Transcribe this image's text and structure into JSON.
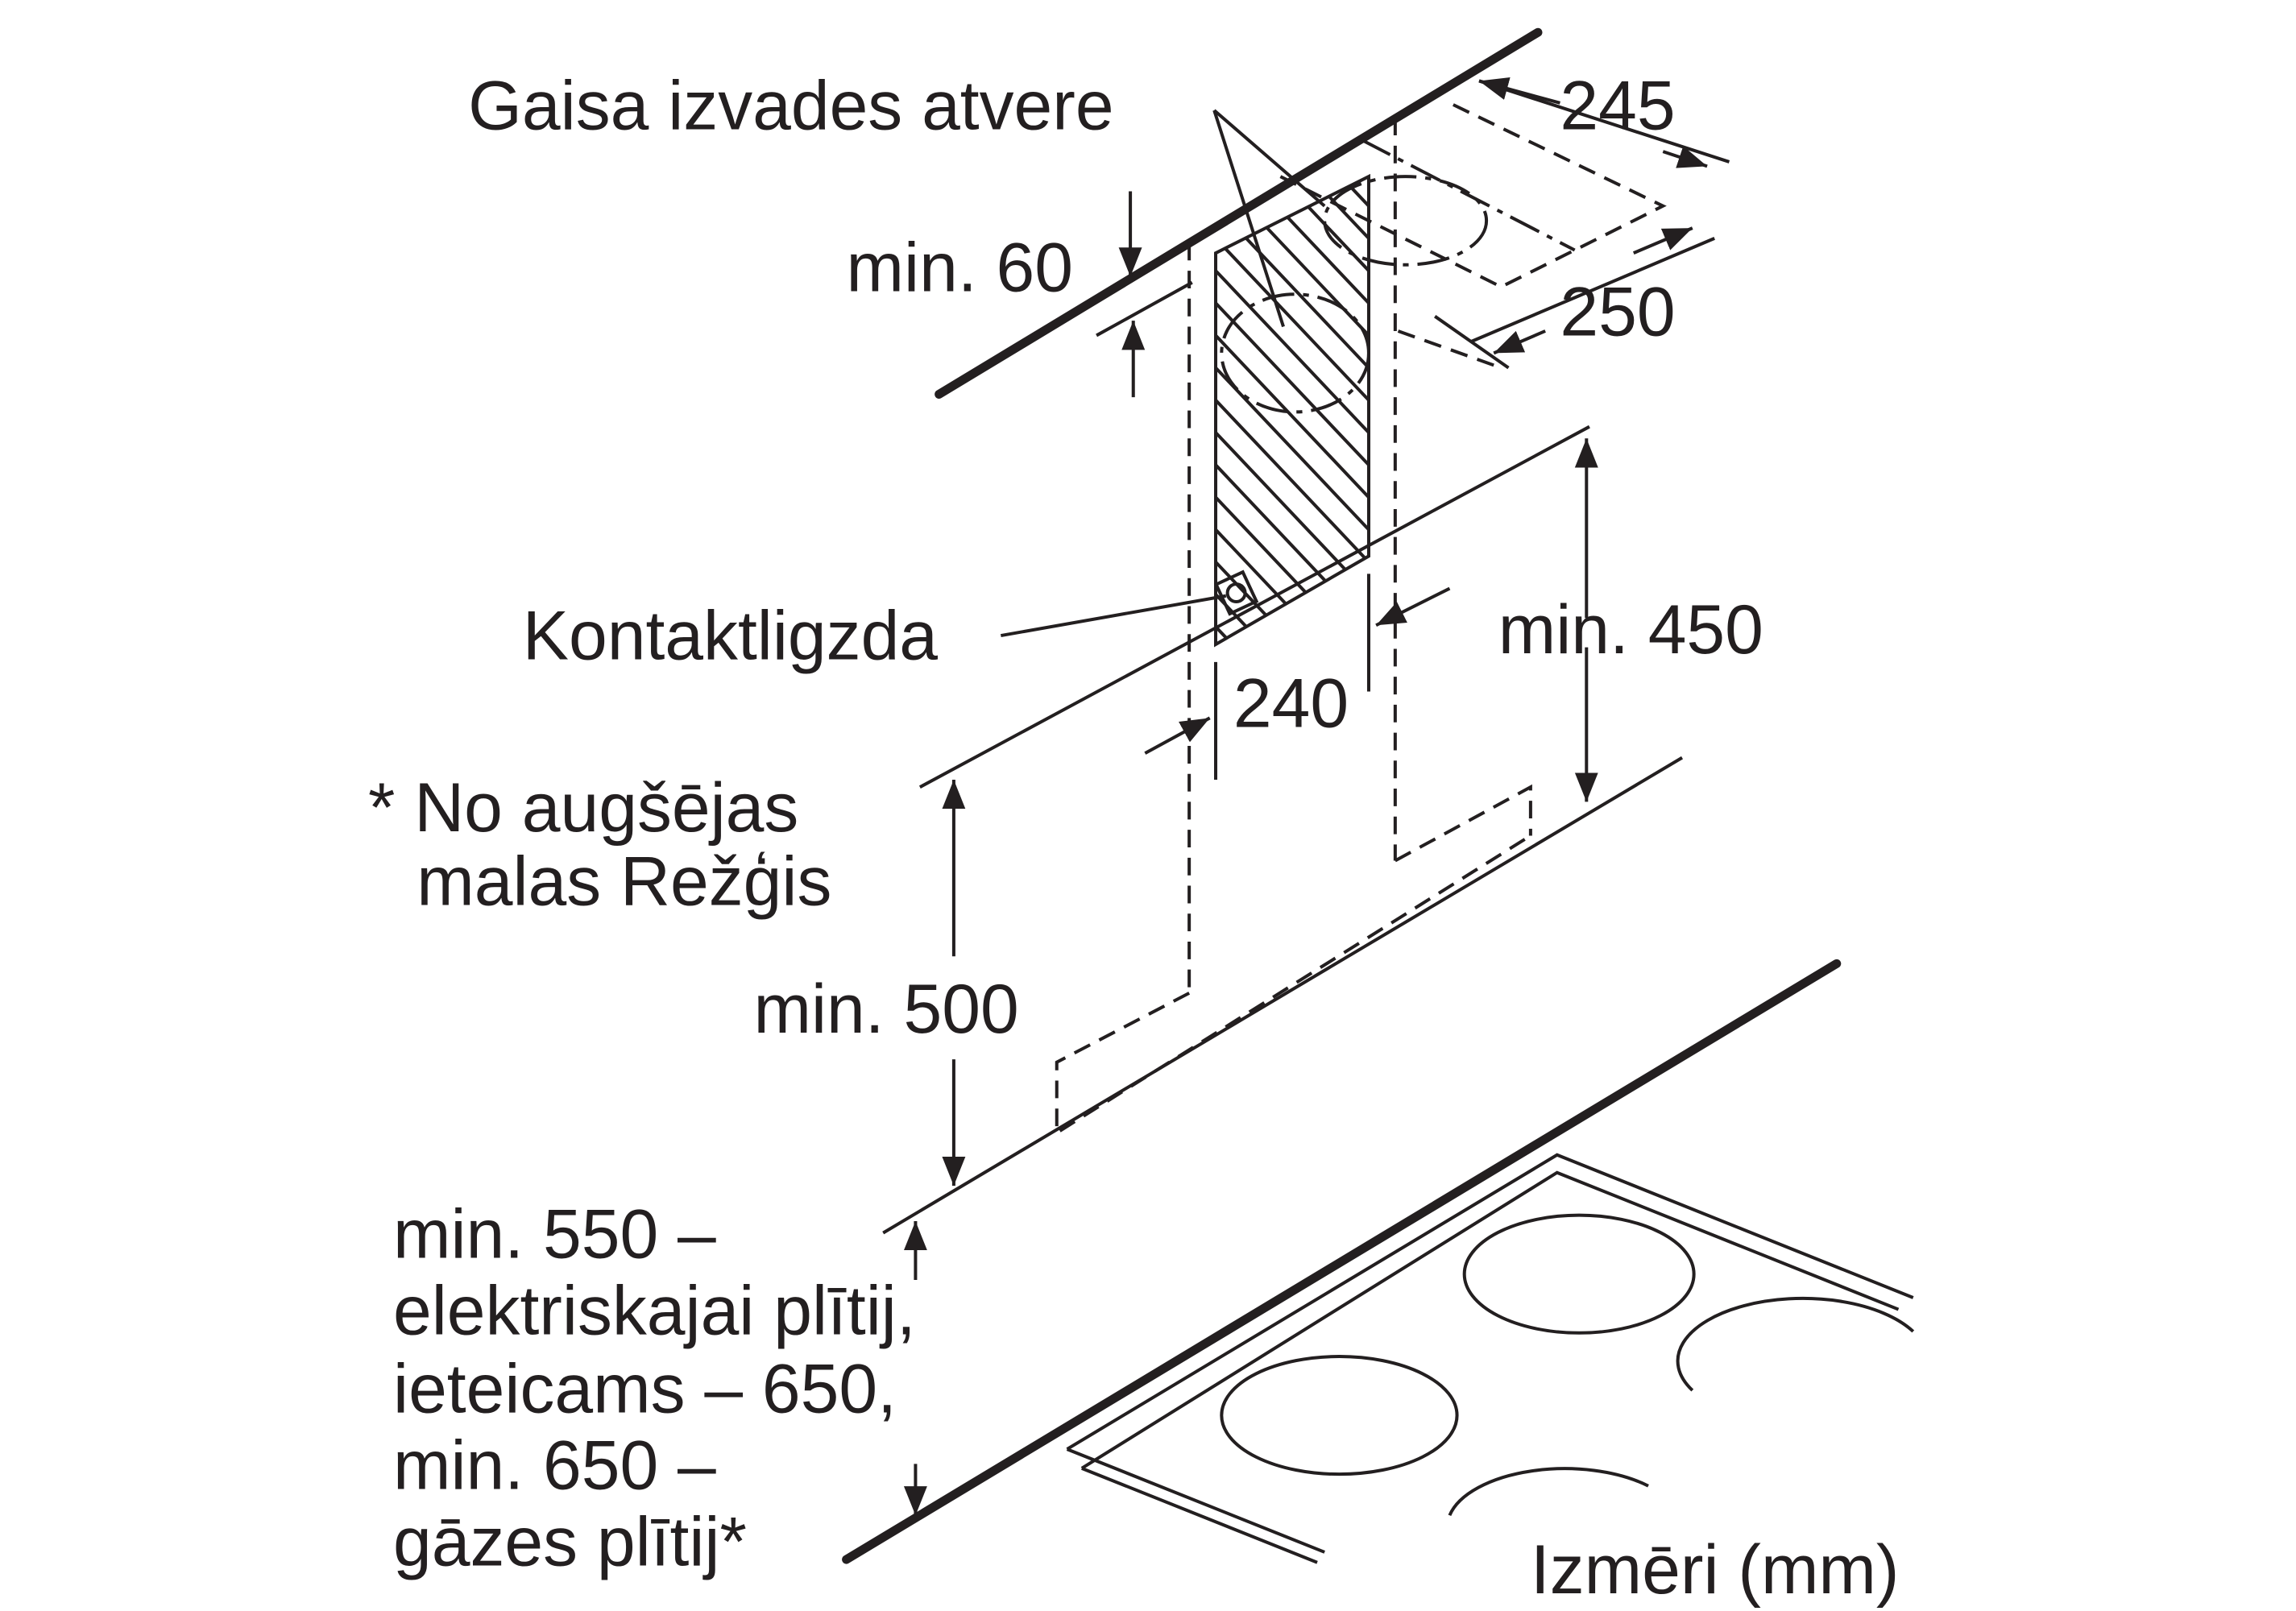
{
  "labels": {
    "air_outlet": "Gaisa izvades atvere",
    "socket": "Kontaktligzda",
    "footnote_line1": "* No augšējas",
    "footnote_line2": "malas Režģis",
    "units": "Izmēri (mm)"
  },
  "dimensions": {
    "d245": "245",
    "d250": "250",
    "min60": "min. 60",
    "d240": "240",
    "min450": "min. 450",
    "min500": "min. 500"
  },
  "height_note": [
    "min. 550 –",
    "elektriskajai plītij,",
    "ieteicams – 650,",
    "min. 650 –",
    "gāzes plītij*"
  ]
}
